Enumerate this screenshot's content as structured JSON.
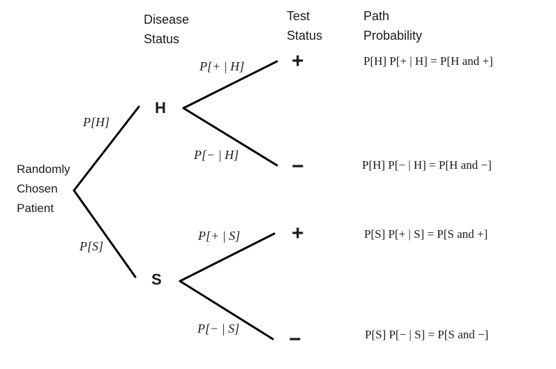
{
  "headers": {
    "disease_1": "Disease",
    "disease_2": "Status",
    "test_1": "Test",
    "test_2": "Status",
    "path_1": "Path",
    "path_2": "Probability"
  },
  "root": {
    "line_1": "Randomly",
    "line_2": "Chosen",
    "line_3": "Patient"
  },
  "nodes": {
    "h": {
      "label": "H",
      "color": "#1f77b4"
    },
    "s": {
      "label": "S",
      "color": "#d62728"
    }
  },
  "edges": {
    "root_h": "P[H]",
    "root_s": "P[S]",
    "h_plus": "P[+ | H]",
    "h_minus": "P[− | H]",
    "s_plus": "P[+ | S]",
    "s_minus": "P[− | S]"
  },
  "outcomes": {
    "plus": "+",
    "minus": "−"
  },
  "path_probabilities": {
    "h_plus": "P[H] P[+ | H] = P[H and +]",
    "h_minus": "P[H] P[− | H] = P[H and −]",
    "s_plus": "P[S] P[+ | S] = P[S and +]",
    "s_minus": "P[S] P[− | S] = P[S and −]"
  }
}
